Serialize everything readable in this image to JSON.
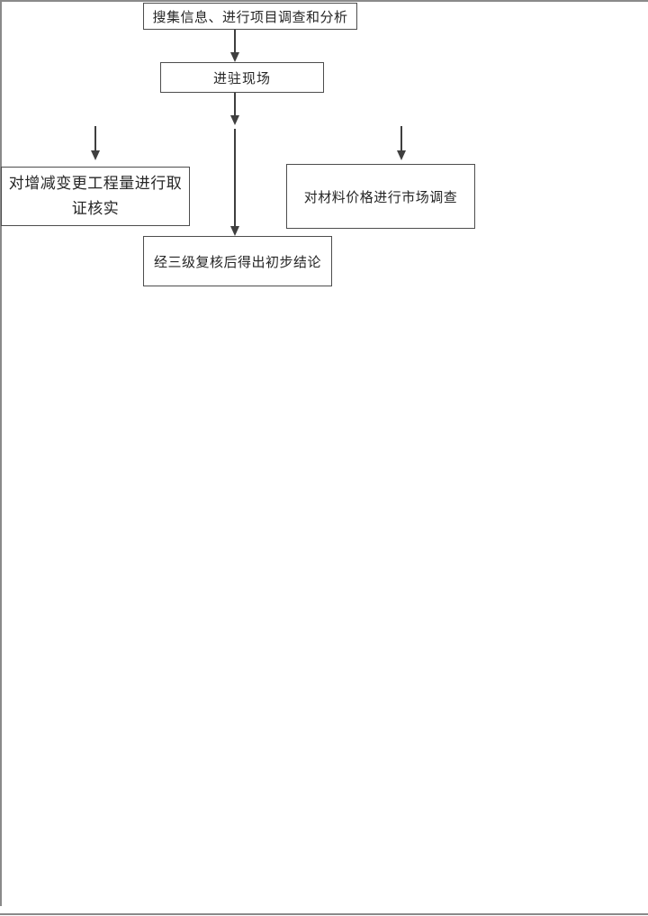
{
  "flowchart": {
    "colors": {
      "background": "#ffffff",
      "page_border": "#8a8a8a",
      "box_border": "#4d4d4d",
      "line": "#3f3f3f",
      "text": "#262626"
    },
    "nodes": {
      "collect": {
        "label": "搜集信息、进行项目调查和分析"
      },
      "enter_site": {
        "label": "进驻现场"
      },
      "verify_quantity": {
        "label": "对增减变更工程量进行取证核实",
        "line1": "对增减变更工程量进行取",
        "line2": "证核实"
      },
      "market_survey": {
        "label": "对材料价格进行市场调查"
      },
      "conclusion": {
        "label": "经三级复核后得出初步结论"
      }
    }
  }
}
